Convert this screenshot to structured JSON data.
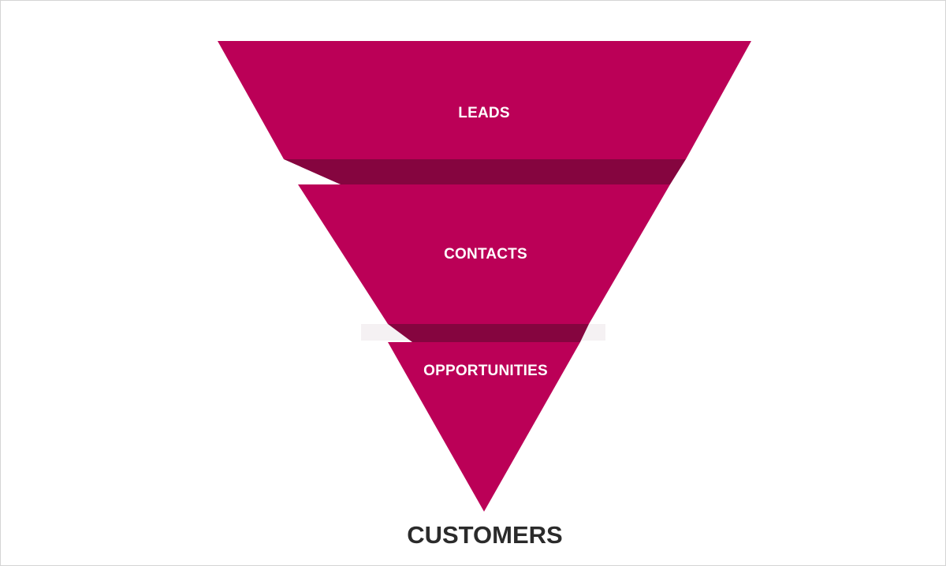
{
  "funnel": {
    "stages": [
      {
        "label": "LEADS"
      },
      {
        "label": "CONTACTS"
      },
      {
        "label": "OPPORTUNITIES"
      }
    ],
    "outcome_label": "CUSTOMERS"
  },
  "colors": {
    "segment_fill": "#bb0057",
    "fold_fill": "#85053f",
    "label_text": "#ffffff",
    "outcome_text": "#2b2b2b",
    "background": "#ffffff",
    "border": "#d4d4d4"
  }
}
